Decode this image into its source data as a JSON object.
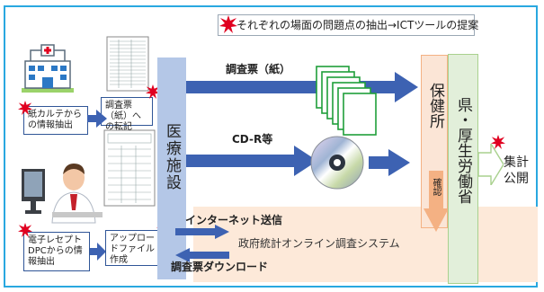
{
  "title": "それぞれの場面の問題点の抽出→ICTツールの提案",
  "medical_facility": "医療施設",
  "health_center": "保健所",
  "confirm": "確認",
  "prefecture": "県・厚生労働省",
  "publish": "集計公開",
  "paper_survey": "調査票（紙）",
  "cdr": "CD-R等",
  "internet_send": "インターネット送信",
  "online_system": "政府統計オンライン調査システム",
  "download": "調査票ダウンロード",
  "karte_extract": "紙カルテからの情報抽出",
  "transcribe": "調査票（紙）への転記",
  "receipt_extract": "電子レセプトDPCからの情報抽出",
  "upload_file": "アップロードファイル作成",
  "colors": {
    "arrow_blue": "#3d62b2",
    "frame_blue": "#29a8e0",
    "facility_col": "#b4c7e7",
    "health_center_col": "#fbe5d6",
    "prefecture_col": "#e2efda",
    "band": "#fde9d9",
    "down_arrow": "#f4b183",
    "burst": "#e00020"
  }
}
